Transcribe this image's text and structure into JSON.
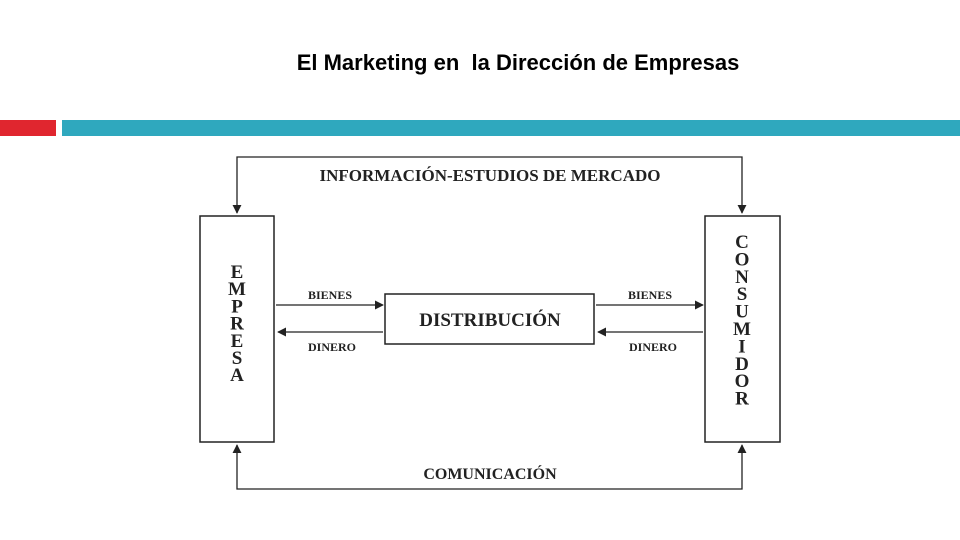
{
  "slide": {
    "title": "El Marketing en  la Dirección de Empresas",
    "accent_red": "#e0262f",
    "accent_teal": "#2fa8be"
  },
  "diagram": {
    "top_label": "INFORMACIÓN-ESTUDIOS DE MERCADO",
    "bottom_label": "COMUNICACIÓN",
    "left_box": "EMPRESA",
    "right_box": "CONSUMIDOR",
    "center_box": "DISTRIBUCIÓN",
    "left_goods": "BIENES",
    "left_money": "DINERO",
    "right_goods": "BIENES",
    "right_money": "DINERO"
  }
}
